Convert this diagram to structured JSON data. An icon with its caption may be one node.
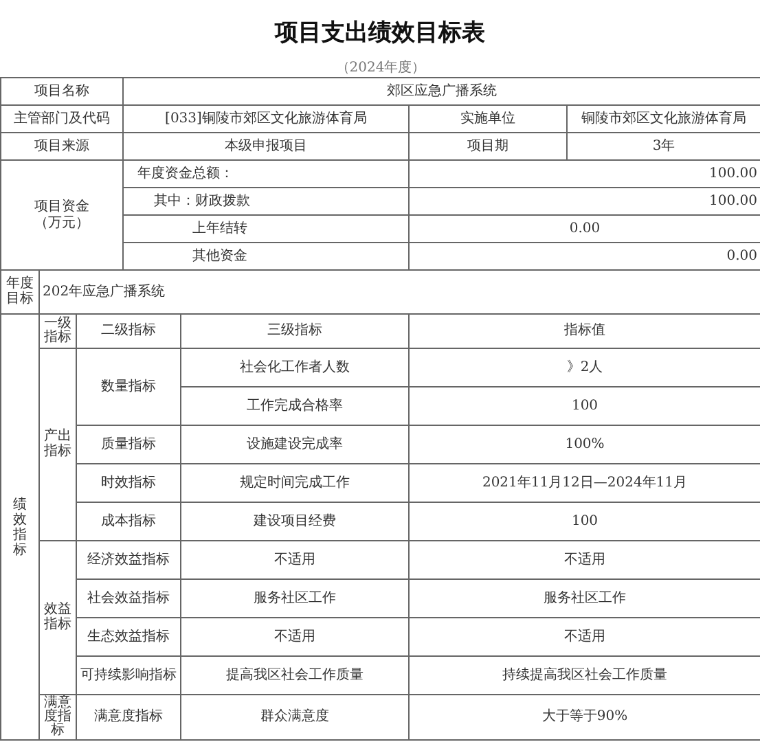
{
  "diagram": {
    "title": "项目支出绩效目标表",
    "labels": [
      "（2024年度）",
      "项目名称",
      "郊区应急广播系统",
      "主管部门及代码",
      "[033]铜陵市郊区文化旅游体育局",
      "实施单位",
      "铜陵市郊区文化旅游体育局",
      "项目来源",
      "本级申报项目",
      "项目期",
      "3年",
      "项目资金（万元）",
      "年度资金总额：",
      "100.00",
      "其中：财政拨款",
      "100.00",
      "上年结转",
      "0.00",
      "其他资金",
      "0.00",
      "年度目标",
      "202年应急广播系统",
      "绩效指标",
      "一级指标",
      "二级指标",
      "三级指标",
      "指标值",
      "产出指标",
      "数量指标",
      "社会化工作者人数",
      "》2人",
      "工作完成合格率",
      "100",
      "质量指标",
      "设施建设完成率",
      "100%",
      "时效指标",
      "规定时间完成工作",
      "2021年11月12日—2024年11月",
      "成本指标",
      "建设项目经费",
      "100",
      "效益指标",
      "经济效益指标",
      "不适用",
      "不适用",
      "社会效益指标",
      "服务社区工作",
      "服务社区工作",
      "生态效益指标",
      "不适用",
      "不适用",
      "可持续影响指标",
      "提高我区社会工作质量",
      "持续提高我区社会工作质量",
      "满意度指标",
      "满意度指标",
      "群众满意度",
      "大于等于90%"
    ]
  }
}
